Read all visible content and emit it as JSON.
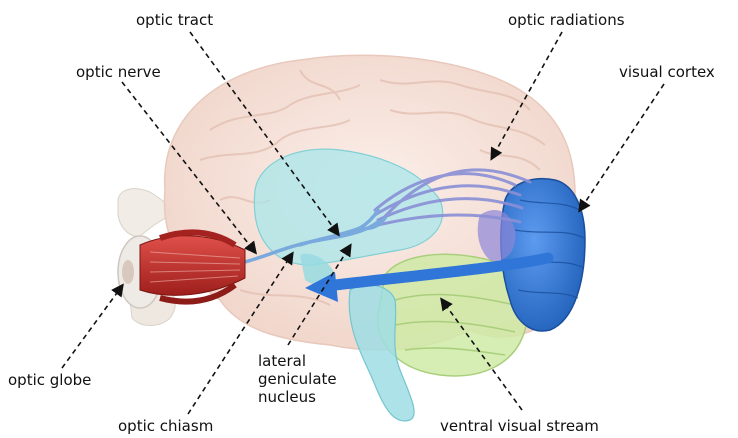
{
  "labels": {
    "optic_tract": "optic tract",
    "optic_radiations": "optic radiations",
    "optic_nerve": "optic nerve",
    "visual_cortex": "visual cortex",
    "optic_globe": "optic globe",
    "lgn_line1": "lateral",
    "lgn_line2": "geniculate",
    "lgn_line3": "nucleus",
    "optic_chiasm": "optic chiasm",
    "ventral_visual_stream": "ventral visual stream"
  },
  "colors": {
    "brain": "#f3dcd2",
    "thalamus": "#9fe3e6",
    "brainstem": "#8fd8e0",
    "cerebellum": "#cde9a5",
    "visual_cortex": "#2f78d2",
    "optic_radiations": "#8a8fd6",
    "ventral_arrow": "#2f76d8",
    "eye_muscle": "#c9302c",
    "leader_lines": "#111111"
  }
}
